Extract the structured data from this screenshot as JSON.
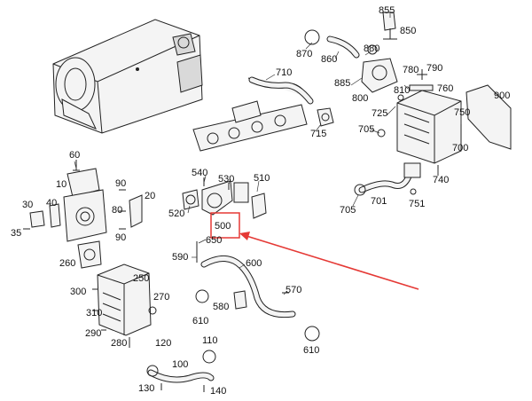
{
  "labels": {
    "l855": "855",
    "l850": "850",
    "l870": "870",
    "l860": "860",
    "l880": "880",
    "l710": "710",
    "l885": "885",
    "l780": "780",
    "l790": "790",
    "l760": "760",
    "l810": "810",
    "l800": "800",
    "l900": "900",
    "l725": "725",
    "l750": "750",
    "l715": "715",
    "l705a": "705",
    "l700": "700",
    "l740": "740",
    "l705b": "705",
    "l701": "701",
    "l751": "751",
    "l60": "60",
    "l10": "10",
    "l90a": "90",
    "l20": "20",
    "l80": "80",
    "l30": "30",
    "l40": "40",
    "l35": "35",
    "l90b": "90",
    "l540": "540",
    "l530": "530",
    "l510": "510",
    "l520": "520",
    "l500": "500",
    "l650": "650",
    "l590": "590",
    "l600": "600",
    "l260": "260",
    "l250": "250",
    "l300": "300",
    "l270": "270",
    "l310": "310",
    "l290": "290",
    "l280": "280",
    "l120": "120",
    "l110": "110",
    "l100": "100",
    "l130": "130",
    "l140": "140",
    "l570": "570",
    "l580": "580",
    "l610a": "610",
    "l610b": "610"
  },
  "highlight": {
    "box_color": "#e53935",
    "arrow_color": "#e53935",
    "target": "500"
  }
}
